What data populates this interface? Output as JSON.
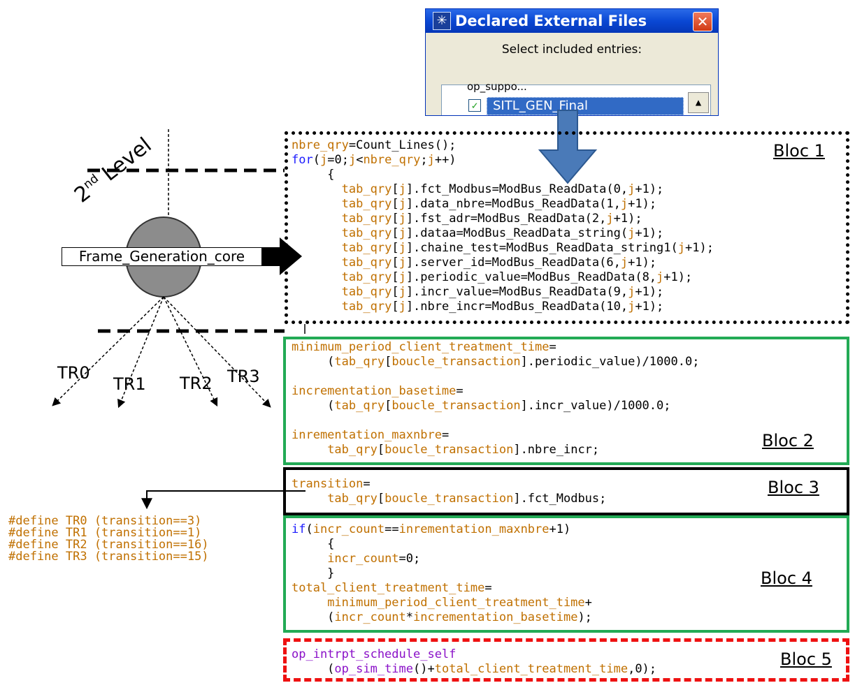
{
  "dialog": {
    "title": "Declared External Files",
    "title_icon": "✳",
    "close_glyph": "✕",
    "subtitle": "Select included entries:",
    "partial_row": "op_suppo...",
    "selected_item": "SITL_GEN_Final",
    "checked_glyph": "✓",
    "scroll_glyph": "▲"
  },
  "left_diagram": {
    "level_text": "2nd Level",
    "level_num": "2",
    "level_sup": "nd",
    "level_word": " Level",
    "core_label": "Frame_Generation_core",
    "transitions": [
      "TR0",
      "TR1",
      "TR2",
      "TR3"
    ]
  },
  "defines": [
    "#define TR0 (transition==3)",
    "#define TR1 (transition==1)",
    "#define TR2 (transition==16)",
    "#define TR3 (transition==15)"
  ],
  "blocs": {
    "bloc1_label": "Bloc 1",
    "bloc2_label": "Bloc 2",
    "bloc3_label": "Bloc 3",
    "bloc4_label": "Bloc 4",
    "bloc5_label": "Bloc 5"
  },
  "colors": {
    "keyword": "#1c1cff",
    "variable": "#c07000",
    "green_box": "#22aa55",
    "red_box": "#ee1111",
    "arrow_blue": "#4a7ab8"
  }
}
